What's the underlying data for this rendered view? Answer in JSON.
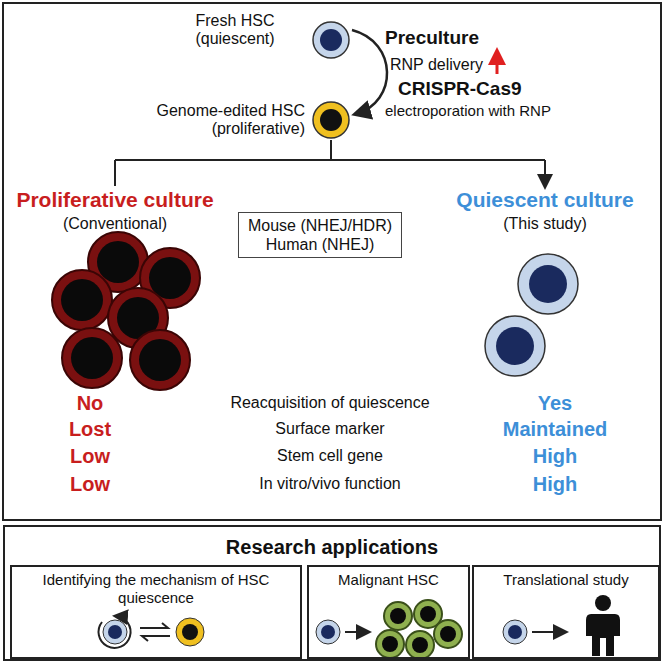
{
  "diagram": {
    "nodes": [
      {
        "text": [
          "Research applications"
        ]
      },
      {
        "text": [
          "Identifying the mechanism of HSC quiescence"
        ],
        "in": 0
      },
      {
        "text": [
          "Malignant HSC"
        ],
        "in": 0
      },
      {
        "text": [
          "Translational study"
        ],
        "in": 0
      },
      {
        "text": [
          "Mouse (NHEJ/HDR)",
          "Human (NHEJ)"
        ]
      }
    ],
    "labels": [
      "Fresh HSC (quiescent)",
      "Genome-edited HSC (proliferative)",
      "Preculture",
      "RNP delivery",
      "CRISPR-Cas9",
      "electroporation with RNP",
      "Proliferative culture",
      "(Conventional)",
      "Quiescent culture",
      "(This study)",
      "No",
      "Reacquisition of quiescence",
      "Yes",
      "Lost",
      "Surface marker",
      "Maintained",
      "Low",
      "Stem cell gene",
      "High",
      "Low",
      "In vitro/vivo function",
      "High"
    ]
  }
}
